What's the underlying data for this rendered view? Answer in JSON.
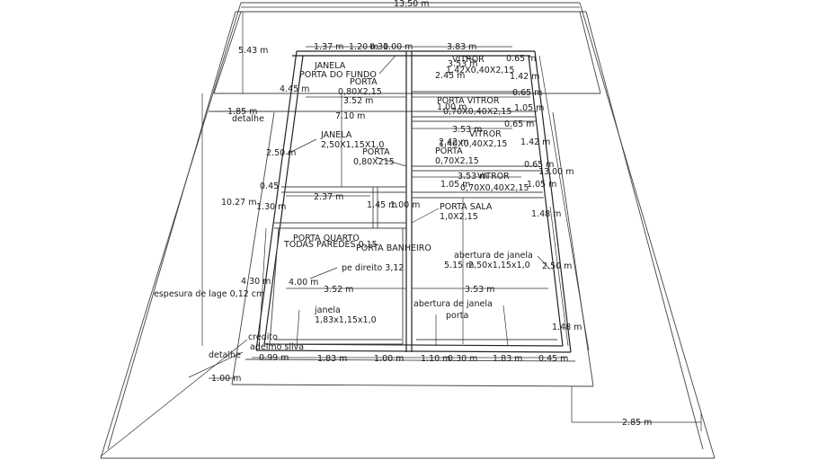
{
  "labels": [
    {
      "id": "dim-13-50",
      "text": "13.50 m"
    },
    {
      "id": "dim-5-43",
      "text": "5.43 m"
    },
    {
      "id": "dim-1-37",
      "text": "1.37 m"
    },
    {
      "id": "dim-1-20",
      "text": "1.20 m"
    },
    {
      "id": "dim-0-30-a",
      "text": "0.30"
    },
    {
      "id": "dim-1-00-top",
      "text": "1.00 m"
    },
    {
      "id": "dim-3-83",
      "text": "3.83 m"
    },
    {
      "id": "lbl-janela-top",
      "text": "JANELA"
    },
    {
      "id": "lbl-porta-do-fundo",
      "text": "PORTA DO FUNDO"
    },
    {
      "id": "lbl-vitror-1",
      "text": "VITROR"
    },
    {
      "id": "dim-3-53-a",
      "text": "3.53 m"
    },
    {
      "id": "lbl-vitror-1-size",
      "text": "1,42X0,40X2,15"
    },
    {
      "id": "dim-0-65-a",
      "text": "0.65 m"
    },
    {
      "id": "dim-2-45",
      "text": "2.45 m"
    },
    {
      "id": "dim-1-42-a",
      "text": "1.42 m"
    },
    {
      "id": "lbl-porta-1",
      "text": "PORTA"
    },
    {
      "id": "lbl-porta-1-size",
      "text": "0,80X2,15"
    },
    {
      "id": "dim-4-45",
      "text": "4.45 m"
    },
    {
      "id": "dim-0-65-b",
      "text": "0.65 m"
    },
    {
      "id": "dim-3-52-a",
      "text": "3.52 m"
    },
    {
      "id": "lbl-porta-vitror",
      "text": "PORTA VITROR"
    },
    {
      "id": "dim-1-00-b",
      "text": "1.00 m"
    },
    {
      "id": "lbl-porta-vitror-size",
      "text": "0,70X0,40X2,15"
    },
    {
      "id": "dim-1-05-a",
      "text": "1.05 m"
    },
    {
      "id": "dim-1-85",
      "text": "1.85 m"
    },
    {
      "id": "lbl-detalhe-top",
      "text": "detalhe"
    },
    {
      "id": "dim-7-10",
      "text": "7.10 m"
    },
    {
      "id": "dim-0-65-c",
      "text": "0.65 m"
    },
    {
      "id": "dim-3-53-b",
      "text": "3.53 m"
    },
    {
      "id": "lbl-janela-2",
      "text": "JANELA"
    },
    {
      "id": "lbl-janela-2-size",
      "text": "2,50X1,15X1,0"
    },
    {
      "id": "lbl-vitror-2",
      "text": "VITROR"
    },
    {
      "id": "dim-2-42",
      "text": "2.42 m"
    },
    {
      "id": "lbl-vitror-2-size",
      "text": "1,40X0,40X2,15"
    },
    {
      "id": "dim-1-42-b",
      "text": "1.42 m"
    },
    {
      "id": "lbl-porta-2",
      "text": "PORTA"
    },
    {
      "id": "lbl-porta-3",
      "text": "PORTA"
    },
    {
      "id": "lbl-porta-2-size",
      "text": "0,80X215"
    },
    {
      "id": "lbl-porta-3-size",
      "text": "0,70X2,15"
    },
    {
      "id": "dim-2-50-a",
      "text": "2.50 m"
    },
    {
      "id": "dim-0-65-d",
      "text": "0.65 m"
    },
    {
      "id": "dim-13-00",
      "text": "13.00 m"
    },
    {
      "id": "dim-3-53-c",
      "text": "3.53 m"
    },
    {
      "id": "lbl-vitror-3",
      "text": "VITROR"
    },
    {
      "id": "dim-0-45-a",
      "text": "0.45"
    },
    {
      "id": "dim-1-05-b",
      "text": "1.05 m"
    },
    {
      "id": "lbl-vitror-3-size",
      "text": "0,70X0,40X2,15"
    },
    {
      "id": "dim-1-05-c",
      "text": "1.05 m"
    },
    {
      "id": "dim-2-37",
      "text": "2.37 m"
    },
    {
      "id": "dim-10-27",
      "text": "10.27 m"
    },
    {
      "id": "dim-1-30",
      "text": "1.30 m"
    },
    {
      "id": "dim-1-45",
      "text": "1.45 m"
    },
    {
      "id": "dim-1-00-c",
      "text": "1.00 m"
    },
    {
      "id": "lbl-porta-sala",
      "text": "PORTA SALA"
    },
    {
      "id": "lbl-porta-sala-size",
      "text": "1,0X2,15"
    },
    {
      "id": "dim-1-48-a",
      "text": "1.48 m"
    },
    {
      "id": "lbl-porta-quarto",
      "text": "PORTA QUARTO"
    },
    {
      "id": "lbl-todas-paredes",
      "text": "TODAS PAREDES 0,15"
    },
    {
      "id": "lbl-porta-banheiro",
      "text": "PORTA BANHEIRO"
    },
    {
      "id": "lbl-abertura-janela-1",
      "text": "abertura de janela"
    },
    {
      "id": "lbl-abertura-janela-1-size",
      "text": "2,50x1,15x1,0"
    },
    {
      "id": "dim-5-15",
      "text": "5.15 m"
    },
    {
      "id": "dim-2-50-b",
      "text": "2.50 m"
    },
    {
      "id": "lbl-pe-direito",
      "text": "pe direito 3,12"
    },
    {
      "id": "dim-4-30",
      "text": "4.30 m"
    },
    {
      "id": "dim-4-00",
      "text": "4.00 m"
    },
    {
      "id": "lbl-espesura-lage",
      "text": "espesura de lage 0,12 cm"
    },
    {
      "id": "dim-3-52-b",
      "text": "3.52 m"
    },
    {
      "id": "dim-3-53-d",
      "text": "3.53 m"
    },
    {
      "id": "lbl-abertura-janela-2",
      "text": "abertura de janela"
    },
    {
      "id": "lbl-abertura-porta",
      "text": "porta"
    },
    {
      "id": "lbl-janela-3",
      "text": "janela"
    },
    {
      "id": "lbl-janela-3-size",
      "text": "1,83x1,15x1,0"
    },
    {
      "id": "dim-1-48-b",
      "text": "1.48 m"
    },
    {
      "id": "lbl-credito",
      "text": "credito"
    },
    {
      "id": "lbl-adelmo",
      "text": "adelmo silva"
    },
    {
      "id": "lbl-detalhe-bottom",
      "text": "detalhe"
    },
    {
      "id": "dim-0-99",
      "text": "0.99 m"
    },
    {
      "id": "dim-1-83-a",
      "text": "1.83 m"
    },
    {
      "id": "dim-1-00-d",
      "text": "1.00 m"
    },
    {
      "id": "dim-1-10",
      "text": "1.10 m"
    },
    {
      "id": "dim-0-30-b",
      "text": "0.30 m"
    },
    {
      "id": "dim-1-83-b",
      "text": "1.83 m"
    },
    {
      "id": "dim-0-45-b",
      "text": "0.45 m"
    },
    {
      "id": "dim-1-00-e",
      "text": "1.00 m"
    },
    {
      "id": "dim-2-85",
      "text": "2.85 m"
    }
  ]
}
